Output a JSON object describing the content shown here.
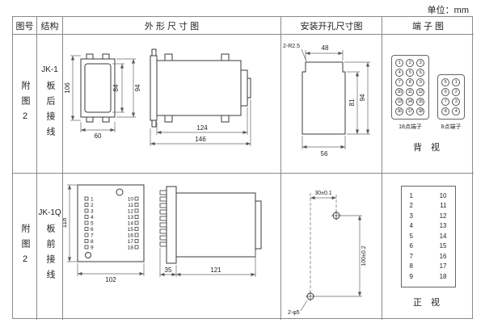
{
  "unit_label": "单位：mm",
  "header": {
    "fig_no": "图号",
    "structure": "结构",
    "outline": "外 形 尺 寸 图",
    "mounting": "安装开孔尺寸图",
    "terminal": "端 子 图"
  },
  "row1": {
    "fig_no": "附图2",
    "model": "JK-1",
    "wiring": "板后接线",
    "outline": {
      "d106": "106",
      "d84": "84",
      "d94": "94",
      "d60": "60",
      "d124": "124",
      "d146": "146"
    },
    "mounting": {
      "radius_label": "2-R2.5",
      "d48": "48",
      "d81": "81",
      "d94": "94",
      "d56": "56"
    },
    "terminal": {
      "t18": [
        "1",
        "2",
        "3",
        "4",
        "5",
        "6",
        "7",
        "8",
        "9",
        "10",
        "11",
        "12",
        "13",
        "14",
        "15",
        "16",
        "17",
        "18"
      ],
      "t18_label": "18点端子",
      "t8": [
        "5",
        "1",
        "6",
        "2",
        "7",
        "3",
        "8",
        "4"
      ],
      "t8_label": "8点端子",
      "view_label": "背 视"
    }
  },
  "row2": {
    "fig_no": "附图2",
    "model": "JK-1Q",
    "wiring": "板前接线",
    "outline": {
      "d118": "118",
      "d102": "102",
      "d35": "35",
      "d121": "121",
      "left_terms": [
        "1",
        "2",
        "3",
        "4",
        "5",
        "6",
        "7",
        "8",
        "9"
      ],
      "right_terms": [
        "10",
        "11",
        "12",
        "13",
        "14",
        "15",
        "16",
        "17",
        "18"
      ]
    },
    "mounting": {
      "d30": "30±0.1",
      "d100": "100±0.2",
      "hole_label": "2-φ5"
    },
    "terminal": {
      "pairs": [
        {
          "l": "1",
          "r": "10"
        },
        {
          "l": "2",
          "r": "11"
        },
        {
          "l": "3",
          "r": "12"
        },
        {
          "l": "4",
          "r": "13"
        },
        {
          "l": "5",
          "r": "14"
        },
        {
          "l": "6",
          "r": "15"
        },
        {
          "l": "7",
          "r": "16"
        },
        {
          "l": "8",
          "r": "17"
        },
        {
          "l": "9",
          "r": "18"
        }
      ],
      "view_label": "正 视"
    }
  }
}
